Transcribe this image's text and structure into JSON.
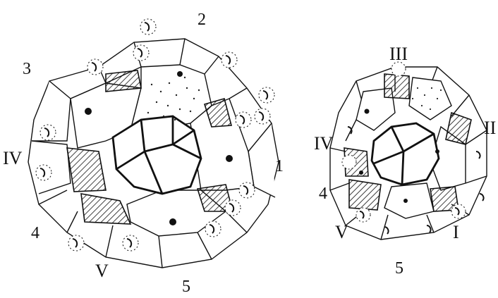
{
  "left_figure": {
    "labels": {
      "n2": "2",
      "n3": "3",
      "n1": "1",
      "roman4": "IV",
      "n4": "4",
      "roman5": "V",
      "n5": "5"
    }
  },
  "right_figure": {
    "labels": {
      "roman3": "III",
      "roman2": "II",
      "roman4": "IV",
      "n4": "4",
      "roman5": "V",
      "roman1": "I",
      "n5": "5"
    }
  }
}
